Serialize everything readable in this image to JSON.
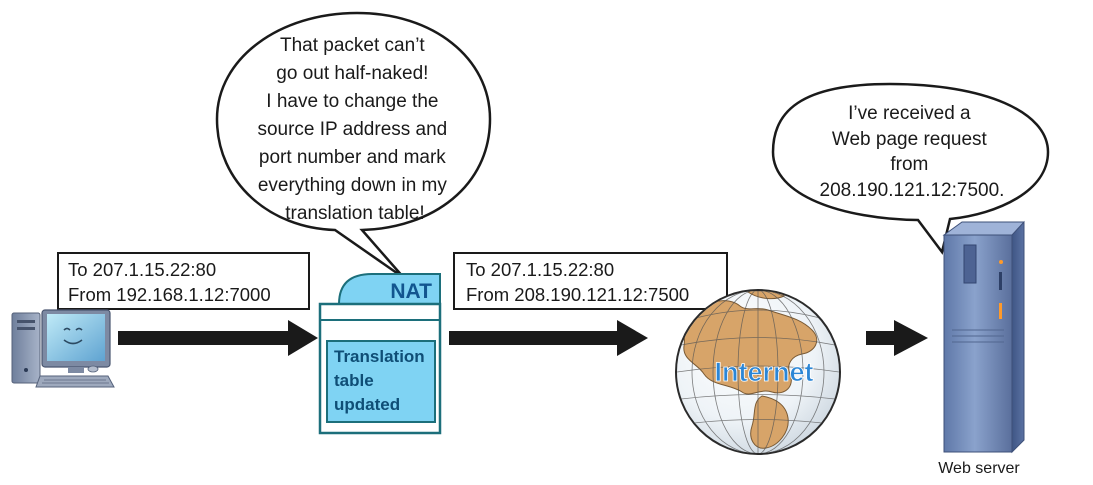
{
  "nat_bubble": {
    "lines": [
      "That packet can’t",
      "go out half-naked!",
      "I have to change the",
      "source IP address and",
      "port number and mark",
      "everything down in my",
      "translation table!"
    ]
  },
  "server_bubble": {
    "lines": [
      "I’ve received a",
      "Web page request",
      "from",
      "208.190.121.12:7500."
    ]
  },
  "packet_before_nat": {
    "to": "To 207.1.15.22:80",
    "from": "From 192.168.1.12:7000"
  },
  "packet_after_nat": {
    "to": "To 207.1.15.22:80",
    "from": "From 208.190.121.12:7500"
  },
  "nat_device": {
    "label": "NAT",
    "table_lines": [
      "Translation",
      "table",
      "updated"
    ]
  },
  "internet": {
    "label": "Internet"
  },
  "web_server": {
    "caption": "Web server"
  },
  "colors": {
    "nat_fill": "#7fd3f3",
    "nat_border": "#1c6f7b",
    "nat_label": "#12558f",
    "internet_label": "#2b86d6",
    "arrow": "#1a1a1a",
    "globe_land": "#d7a469",
    "server_body": "#6e88b7"
  },
  "icons": {
    "client": "desktop-computer-icon",
    "globe": "globe-icon",
    "server": "server-tower-icon"
  }
}
